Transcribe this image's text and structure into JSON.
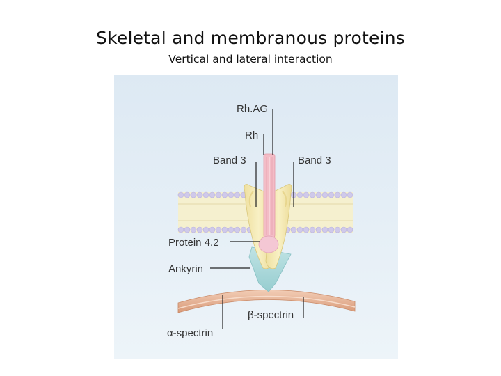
{
  "slide": {
    "title": "Skeletal and membranous proteins",
    "subtitle": "Vertical and lateral interaction"
  },
  "diagram": {
    "labels": {
      "rhag": "Rh.AG",
      "rh": "Rh",
      "band3_left": "Band 3",
      "band3_right": "Band 3",
      "protein42": "Protein 4.2",
      "ankyrin": "Ankyrin",
      "beta_spectrin": "β-spectrin",
      "alpha_spectrin": "α-spectrin"
    },
    "colors": {
      "background": "#e6f0f7",
      "membrane_head": "#c9c4e6",
      "membrane_tail": "#f4efc8",
      "band3": "#f2e8a8",
      "rh_channel": "#f3b8c2",
      "protein42": "#f3c7d3",
      "ankyrin": "#a8d6d8",
      "spectrin": "#dc9e7c"
    }
  }
}
